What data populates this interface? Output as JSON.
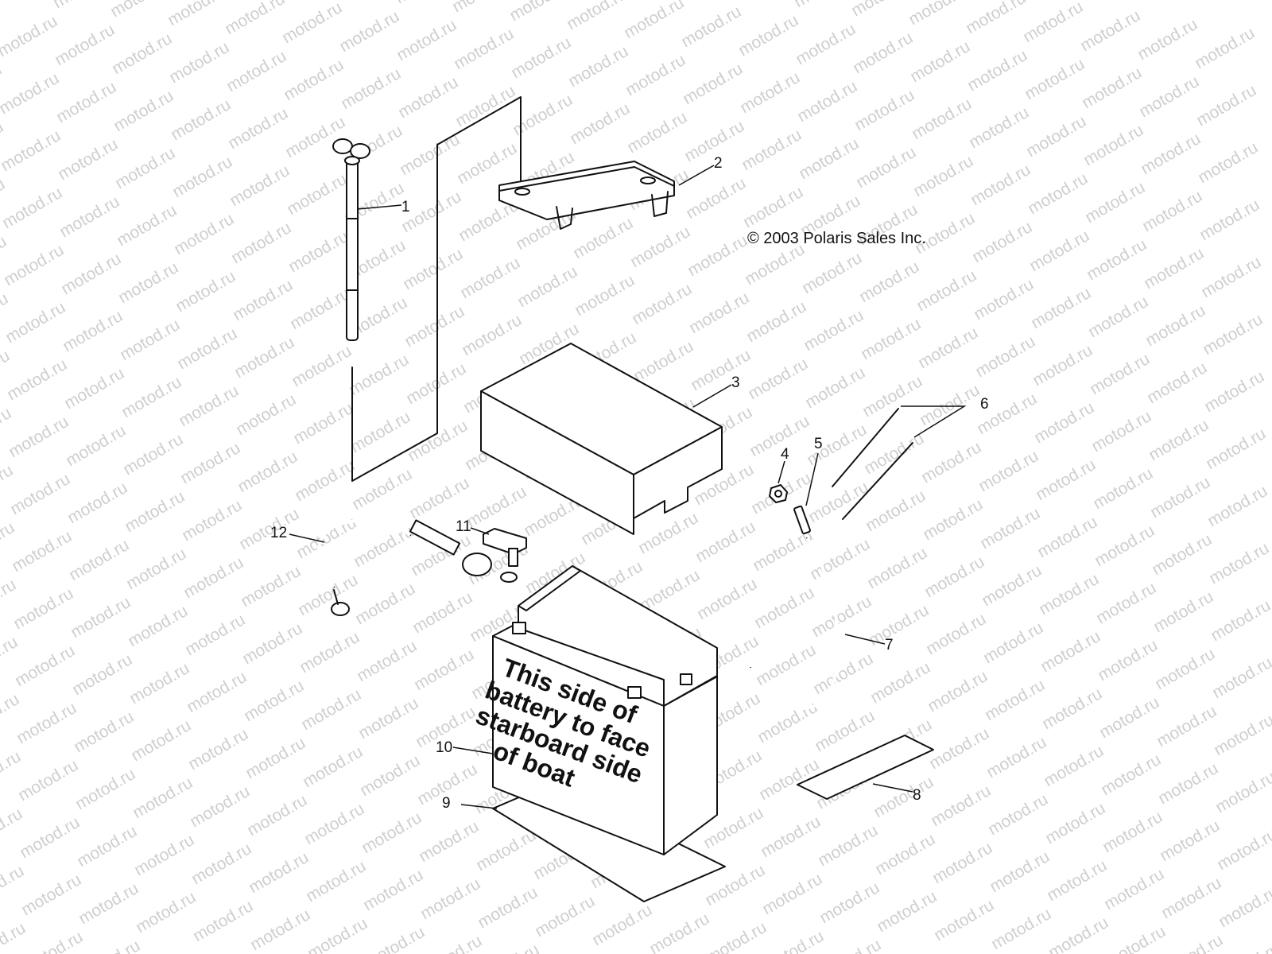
{
  "watermark": {
    "text": "motod.ru"
  },
  "copyright": "© 2003 Polaris Sales Inc.",
  "battery_label": [
    "This side of",
    "battery to face",
    "starboard side",
    "of boat"
  ],
  "callouts": {
    "c1": "1",
    "c2": "2",
    "c3": "3",
    "c4": "4",
    "c5": "5",
    "c6": "6",
    "c7": "7",
    "c8": "8",
    "c9": "9",
    "c10": "10",
    "c11": "11",
    "c12": "12"
  }
}
